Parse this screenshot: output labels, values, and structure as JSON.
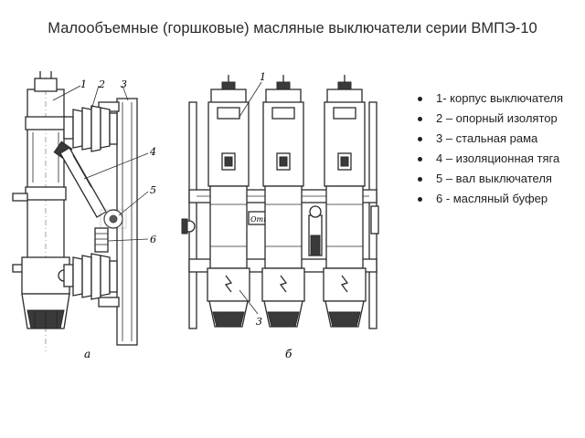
{
  "title": "Малообъемные (горшковые) масляные выключатели серии ВМПЭ-10",
  "legend": [
    "1- корпус выключателя",
    "2 – опорный изолятор",
    "3 – стальная рама",
    "4 – изоляционная тяга",
    "5 – вал выключателя",
    "6 - масляный буфер"
  ],
  "figure_a": {
    "caption": "а",
    "callouts": [
      "1",
      "2",
      "3",
      "4",
      "5",
      "6"
    ]
  },
  "figure_b": {
    "caption": "б",
    "callouts": [
      "1",
      "3"
    ],
    "indicator_label": "Откл"
  }
}
